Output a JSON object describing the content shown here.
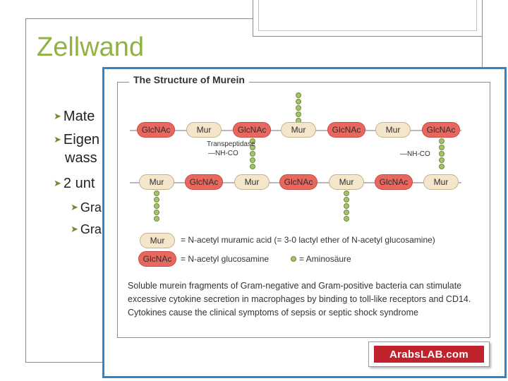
{
  "slide": {
    "title": "Zellwand",
    "bullets": [
      "Mate",
      "Eigen",
      "wass",
      "2 unt"
    ],
    "sub_bullets": [
      "Gra",
      "Gra"
    ]
  },
  "figure": {
    "title": "The Structure of Murein",
    "row1": [
      "GlcNAc",
      "Mur",
      "GlcNAc",
      "Mur",
      "GlcNAc",
      "Mur",
      "GlcNAc"
    ],
    "row2": [
      "Mur",
      "GlcNAc",
      "Mur",
      "GlcNAc",
      "Mur",
      "GlcNAc",
      "Mur"
    ],
    "transpeptidase_label": "Transpeptidase",
    "bond_label_left": "—NH-CO",
    "bond_label_right": "—NH-CO",
    "legend": {
      "mur_label": "Mur",
      "mur_text": "= N-acetyl muramic acid (= 3-0 lactyl ether of N-acetyl glucosamine)",
      "glc_label": "GlcNAc",
      "glc_text": "= N-acetyl glucosamine",
      "amino_text": "= Aminosäure"
    },
    "caption": "Soluble murein fragments of Gram-negative and Gram-positive bacteria can stimulate excessive cytokine secretion in macrophages by binding to toll-like receptors and CD14. Cytokines cause the clinical symptoms of sepsis or septic shock syndrome"
  },
  "logo": {
    "text": "ArabsLAB.com"
  },
  "colors": {
    "title_green": "#90b240",
    "frame_blue": "#2d86c7",
    "glcnac_red": "#e8675f",
    "mur_beige": "#f3e6cb",
    "amino_green": "#a4c46a",
    "logo_red": "#c0222b"
  }
}
